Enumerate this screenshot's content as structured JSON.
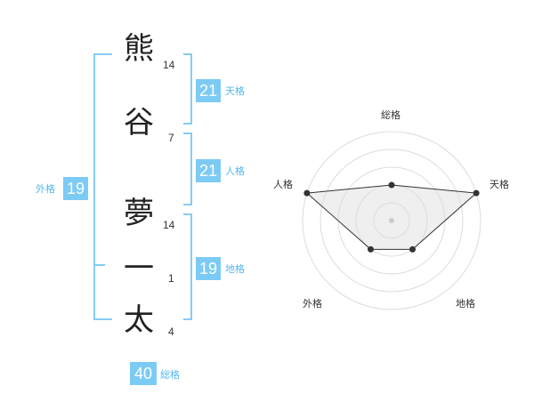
{
  "name": {
    "characters": [
      {
        "char": "熊",
        "strokes": "14"
      },
      {
        "char": "谷",
        "strokes": "7"
      },
      {
        "char": "夢",
        "strokes": "14"
      },
      {
        "char": "一",
        "strokes": "1"
      },
      {
        "char": "太",
        "strokes": "4"
      }
    ]
  },
  "kakusu": {
    "tenkaku": {
      "value": "21",
      "label": "天格"
    },
    "jinkaku": {
      "value": "21",
      "label": "人格"
    },
    "chikaku": {
      "value": "19",
      "label": "地格"
    },
    "gaikaku": {
      "value": "19",
      "label": "外格"
    },
    "soukaku": {
      "value": "40",
      "label": "総格"
    }
  },
  "colors": {
    "accent": "#7ccbf5",
    "bracket": "#86ccf4",
    "label": "#55b7ee"
  },
  "radar": {
    "axes": [
      "総格",
      "天格",
      "地格",
      "外格",
      "人格"
    ],
    "values": [
      2,
      5,
      2,
      2,
      5
    ],
    "max": 5
  }
}
